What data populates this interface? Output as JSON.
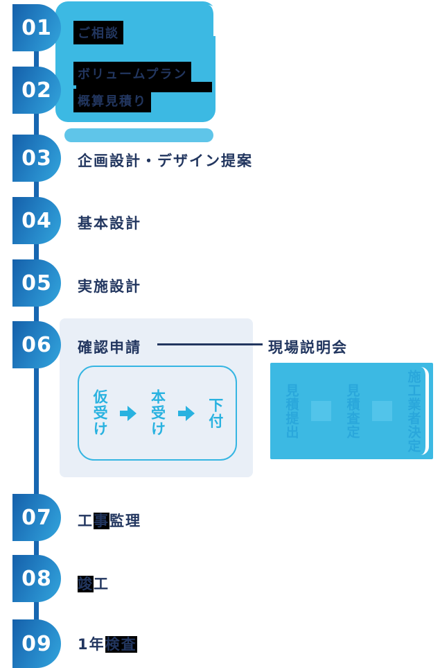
{
  "colors": {
    "card_cyan": "#3cb9e3",
    "card_under_cyan": "#5fc5e9",
    "badge_gradient_start": "#1560aa",
    "badge_gradient_end": "#33a5dc",
    "timeline_blue": "#1766b0",
    "text_navy": "#22365f",
    "panel_light": "#e9eff7",
    "flow_cyan": "#29b2e0",
    "site_card_text_blue": "#2aa7db",
    "arrow_square_cyan": "#52c4ea",
    "highlight_black": "#000000",
    "white_fragment": "#ffffff"
  },
  "steps": [
    {
      "number": "01",
      "label": "ご相談"
    },
    {
      "number": "02",
      "lines": [
        "ボリュームプラン",
        "概算見積り"
      ]
    },
    {
      "number": "03",
      "label": "企画設計・デザイン提案"
    },
    {
      "number": "04",
      "label": "基本設計"
    },
    {
      "number": "05",
      "label": "実施設計"
    },
    {
      "number": "06",
      "label": "確認申請"
    },
    {
      "number": "07",
      "parts": [
        "工",
        "事",
        "監理"
      ]
    },
    {
      "number": "08",
      "parts": [
        "竣",
        "工"
      ]
    },
    {
      "number": "09",
      "parts": [
        "1年",
        "検査"
      ]
    }
  ],
  "approval_subflow": {
    "items": [
      "仮受け",
      "本受け",
      "下付"
    ]
  },
  "site_meeting": {
    "title": "現場説明会",
    "items": [
      "見積提出",
      "見積査定",
      "施工業者決定"
    ]
  }
}
